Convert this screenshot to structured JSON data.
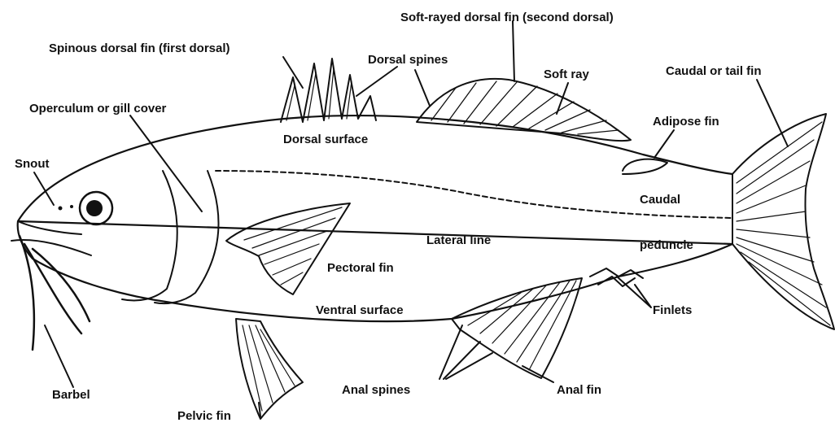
{
  "diagram": {
    "labels": {
      "spinous_dorsal": "Spinous dorsal fin (first dorsal)",
      "soft_dorsal": "Soft-rayed dorsal fin (second dorsal)",
      "dorsal_spines": "Dorsal spines",
      "soft_ray": "Soft ray",
      "caudal_fin": "Caudal or tail fin",
      "operculum": "Operculum or gill cover",
      "adipose": "Adipose fin",
      "dorsal_surface": "Dorsal surface",
      "snout": "Snout",
      "caudal": "Caudal",
      "peduncle": "peduncle",
      "lateral_line": "Lateral line",
      "pectoral": "Pectoral fin",
      "ventral_surface": "Ventral surface",
      "finlets": "Finlets",
      "barbel": "Barbel",
      "anal_spines": "Anal spines",
      "anal_fin": "Anal fin",
      "pelvic": "Pelvic fin"
    },
    "colors": {
      "ink": "#111111",
      "background": "#ffffff"
    }
  }
}
